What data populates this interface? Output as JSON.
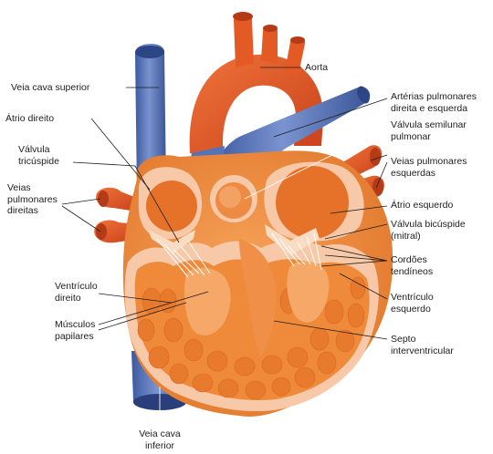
{
  "labels": {
    "aorta": "Aorta",
    "pulmonary_arteries": [
      "Artérias pulmonares",
      "direita e esquerda"
    ],
    "pulmonary_valve": [
      "Válvula semilunar",
      "pulmonar"
    ],
    "left_pulmonary_veins": [
      "Veias pulmonares",
      "esquerdas"
    ],
    "left_atrium": "Átrio esquerdo",
    "mitral_valve": [
      "Válvula bicúspide",
      "(mitral)"
    ],
    "chordae": [
      "Cordões",
      "tendíneos"
    ],
    "left_ventricle": [
      "Ventrículo",
      "esquerdo"
    ],
    "septum": [
      "Septo",
      "interventricular"
    ],
    "superior_vena_cava": "Veia cava superior",
    "right_atrium": "Átrio direito",
    "tricuspid_valve": [
      "Válvula",
      "tricúspide"
    ],
    "right_pulmonary_veins": [
      "Veias",
      "pulmonares",
      "direitas"
    ],
    "right_ventricle": [
      "Ventrículo",
      "direito"
    ],
    "papillary_muscles": [
      "Músculos",
      "papilares"
    ],
    "inferior_vena_cava": [
      "Veia cava",
      "inferior"
    ]
  },
  "colors": {
    "vein_blue": "#4f6fb5",
    "artery_red": "#e2521f",
    "muscle_orange": "#ef8a3a",
    "chamber_pink": "#f7c9a8"
  }
}
